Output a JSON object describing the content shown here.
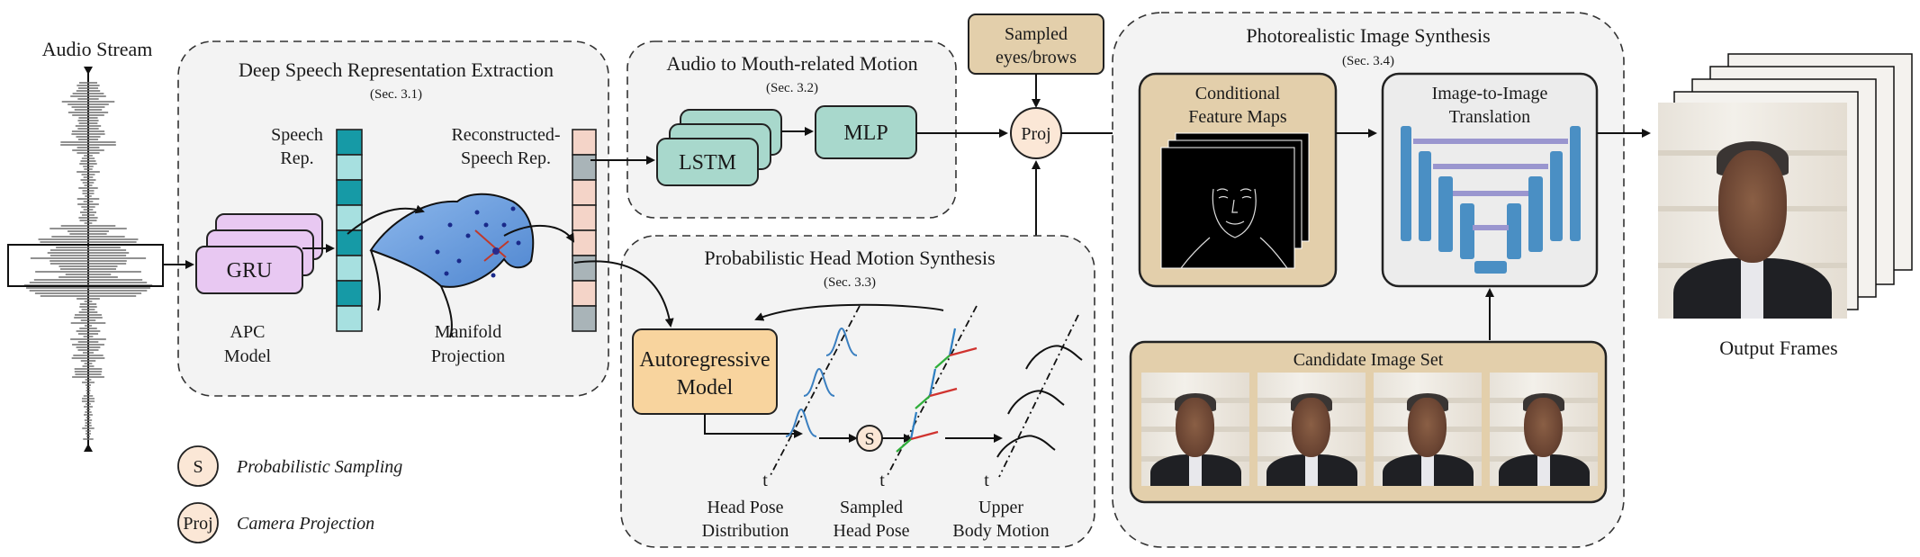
{
  "audio": {
    "title": "Audio Stream"
  },
  "speech": {
    "title": "Deep Speech Representation Extraction",
    "sec": "(Sec. 3.1)",
    "speech_rep": [
      "Speech",
      "Rep."
    ],
    "recon_rep": [
      "Reconstructed-",
      "Speech Rep."
    ],
    "gru": "GRU",
    "apc": [
      "APC",
      "Model"
    ],
    "manifold": [
      "Manifold",
      "Projection"
    ]
  },
  "mouth": {
    "title": "Audio to Mouth-related Motion",
    "sec": "(Sec. 3.2)",
    "lstm": "LSTM",
    "mlp": "MLP"
  },
  "sampled_eyes": [
    "Sampled",
    "eyes/brows"
  ],
  "proj": "Proj",
  "head": {
    "title": "Probabilistic Head Motion Synthesis",
    "sec": "(Sec. 3.3)",
    "autoreg": [
      "Autoregressive",
      "Model"
    ],
    "s": "S",
    "t": "t",
    "dist": [
      "Head Pose",
      "Distribution"
    ],
    "sampled": [
      "Sampled",
      "Head Pose"
    ],
    "upper": [
      "Upper",
      "Body Motion"
    ]
  },
  "synth": {
    "title": "Photorealistic Image Synthesis",
    "sec": "(Sec. 3.4)",
    "cond": [
      "Conditional",
      "Feature Maps"
    ],
    "i2i": [
      "Image-to-Image",
      "Translation"
    ],
    "candidate": "Candidate Image Set"
  },
  "output": {
    "title": "Output Frames"
  },
  "legend": [
    {
      "symbol": "S",
      "text": "Probabilistic Sampling"
    },
    {
      "symbol": "Proj",
      "text": "Camera Projection"
    }
  ],
  "colors": {
    "gru": "#e8c8f2",
    "lstm": "#a8d8cc",
    "mlp": "#a8d8cc",
    "autoreg": "#f8d49e",
    "tan": "#e3cfab",
    "teal": "#169aa6",
    "pink": "#f4d4c8",
    "gray_cell": "#a9b4b8",
    "unet": "#4a8fc4",
    "unet_bar": "#9a96cf",
    "manifold": "#6fa3e0",
    "proj": "#fbe7d6"
  }
}
